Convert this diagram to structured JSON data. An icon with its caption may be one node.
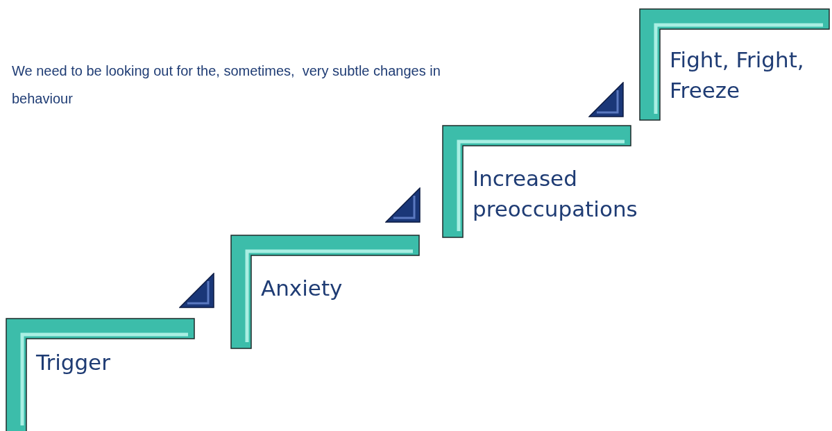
{
  "diagram": {
    "nodes": [
      {
        "text": [
          "Trigger"
        ]
      },
      {
        "text": [
          "Anxiety"
        ]
      },
      {
        "text": [
          "Increased preoccupations"
        ]
      },
      {
        "text": [
          "Fight, Fright, Freeze"
        ]
      }
    ],
    "labels": [
      "We need to be looking out for the, sometimes,  very subtle changes in behaviour"
    ]
  }
}
